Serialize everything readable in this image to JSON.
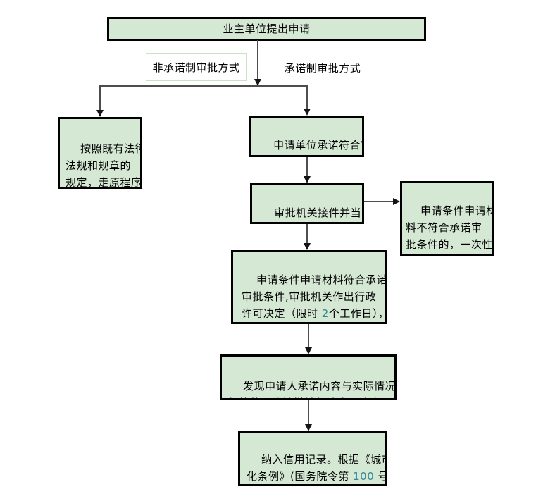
{
  "colors": {
    "box_fill": "#d5e8d4",
    "box_border": "#000000",
    "label_border": "#c9e2c6",
    "connector_line": "#4d4d4d",
    "arrowhead": "#141414",
    "number_highlight": "#31849b",
    "background": "#ffffff"
  },
  "nodes": {
    "start": {
      "text": "业主单位提出申请"
    },
    "label_left": {
      "text": "非承诺制审批方式"
    },
    "label_right": {
      "text": "承诺制审批方式"
    },
    "non_commitment": {
      "text": "按照既有法律、\n法规和规章的\n规定，走原程序\n实施行政许可"
    },
    "commitment_submit": {
      "text": "申请单位承诺符合审\n批条件并提交材料"
    },
    "accept_review": {
      "text": "审批机关接件并当\n场审查作出处理"
    },
    "not_qualified": {
      "text": "申请条件申请材\n料不符合承诺审\n批条件的，一次性\n告知所需材料"
    },
    "qualified_decision": {
      "text_before": "申请条件申请材料符合承诺\n审批条件,审批机关作出行政\n许可决定（限时 ",
      "highlight": "2",
      "text_after": "个工作日），\n通知申请单位完善有关手续。"
    },
    "revoke": {
      "text": "发现申请人承诺内容与实际情况不\n相符的，依法撤销行政许可决定。"
    },
    "credit_record": {
      "text_before": "纳入信用记录。根据《城市绿\n化条例》(国务院令第 ",
      "highlight": "100",
      "text_after": " 号）\n相关规定给予行政处罚。"
    }
  },
  "edges": [
    {
      "from": "start",
      "to": "branch"
    },
    {
      "from": "branch",
      "to": "non_commitment"
    },
    {
      "from": "branch",
      "to": "commitment_submit"
    },
    {
      "from": "commitment_submit",
      "to": "accept_review"
    },
    {
      "from": "accept_review",
      "to": "not_qualified"
    },
    {
      "from": "accept_review",
      "to": "qualified_decision"
    },
    {
      "from": "qualified_decision",
      "to": "revoke"
    },
    {
      "from": "revoke",
      "to": "credit_record"
    }
  ]
}
